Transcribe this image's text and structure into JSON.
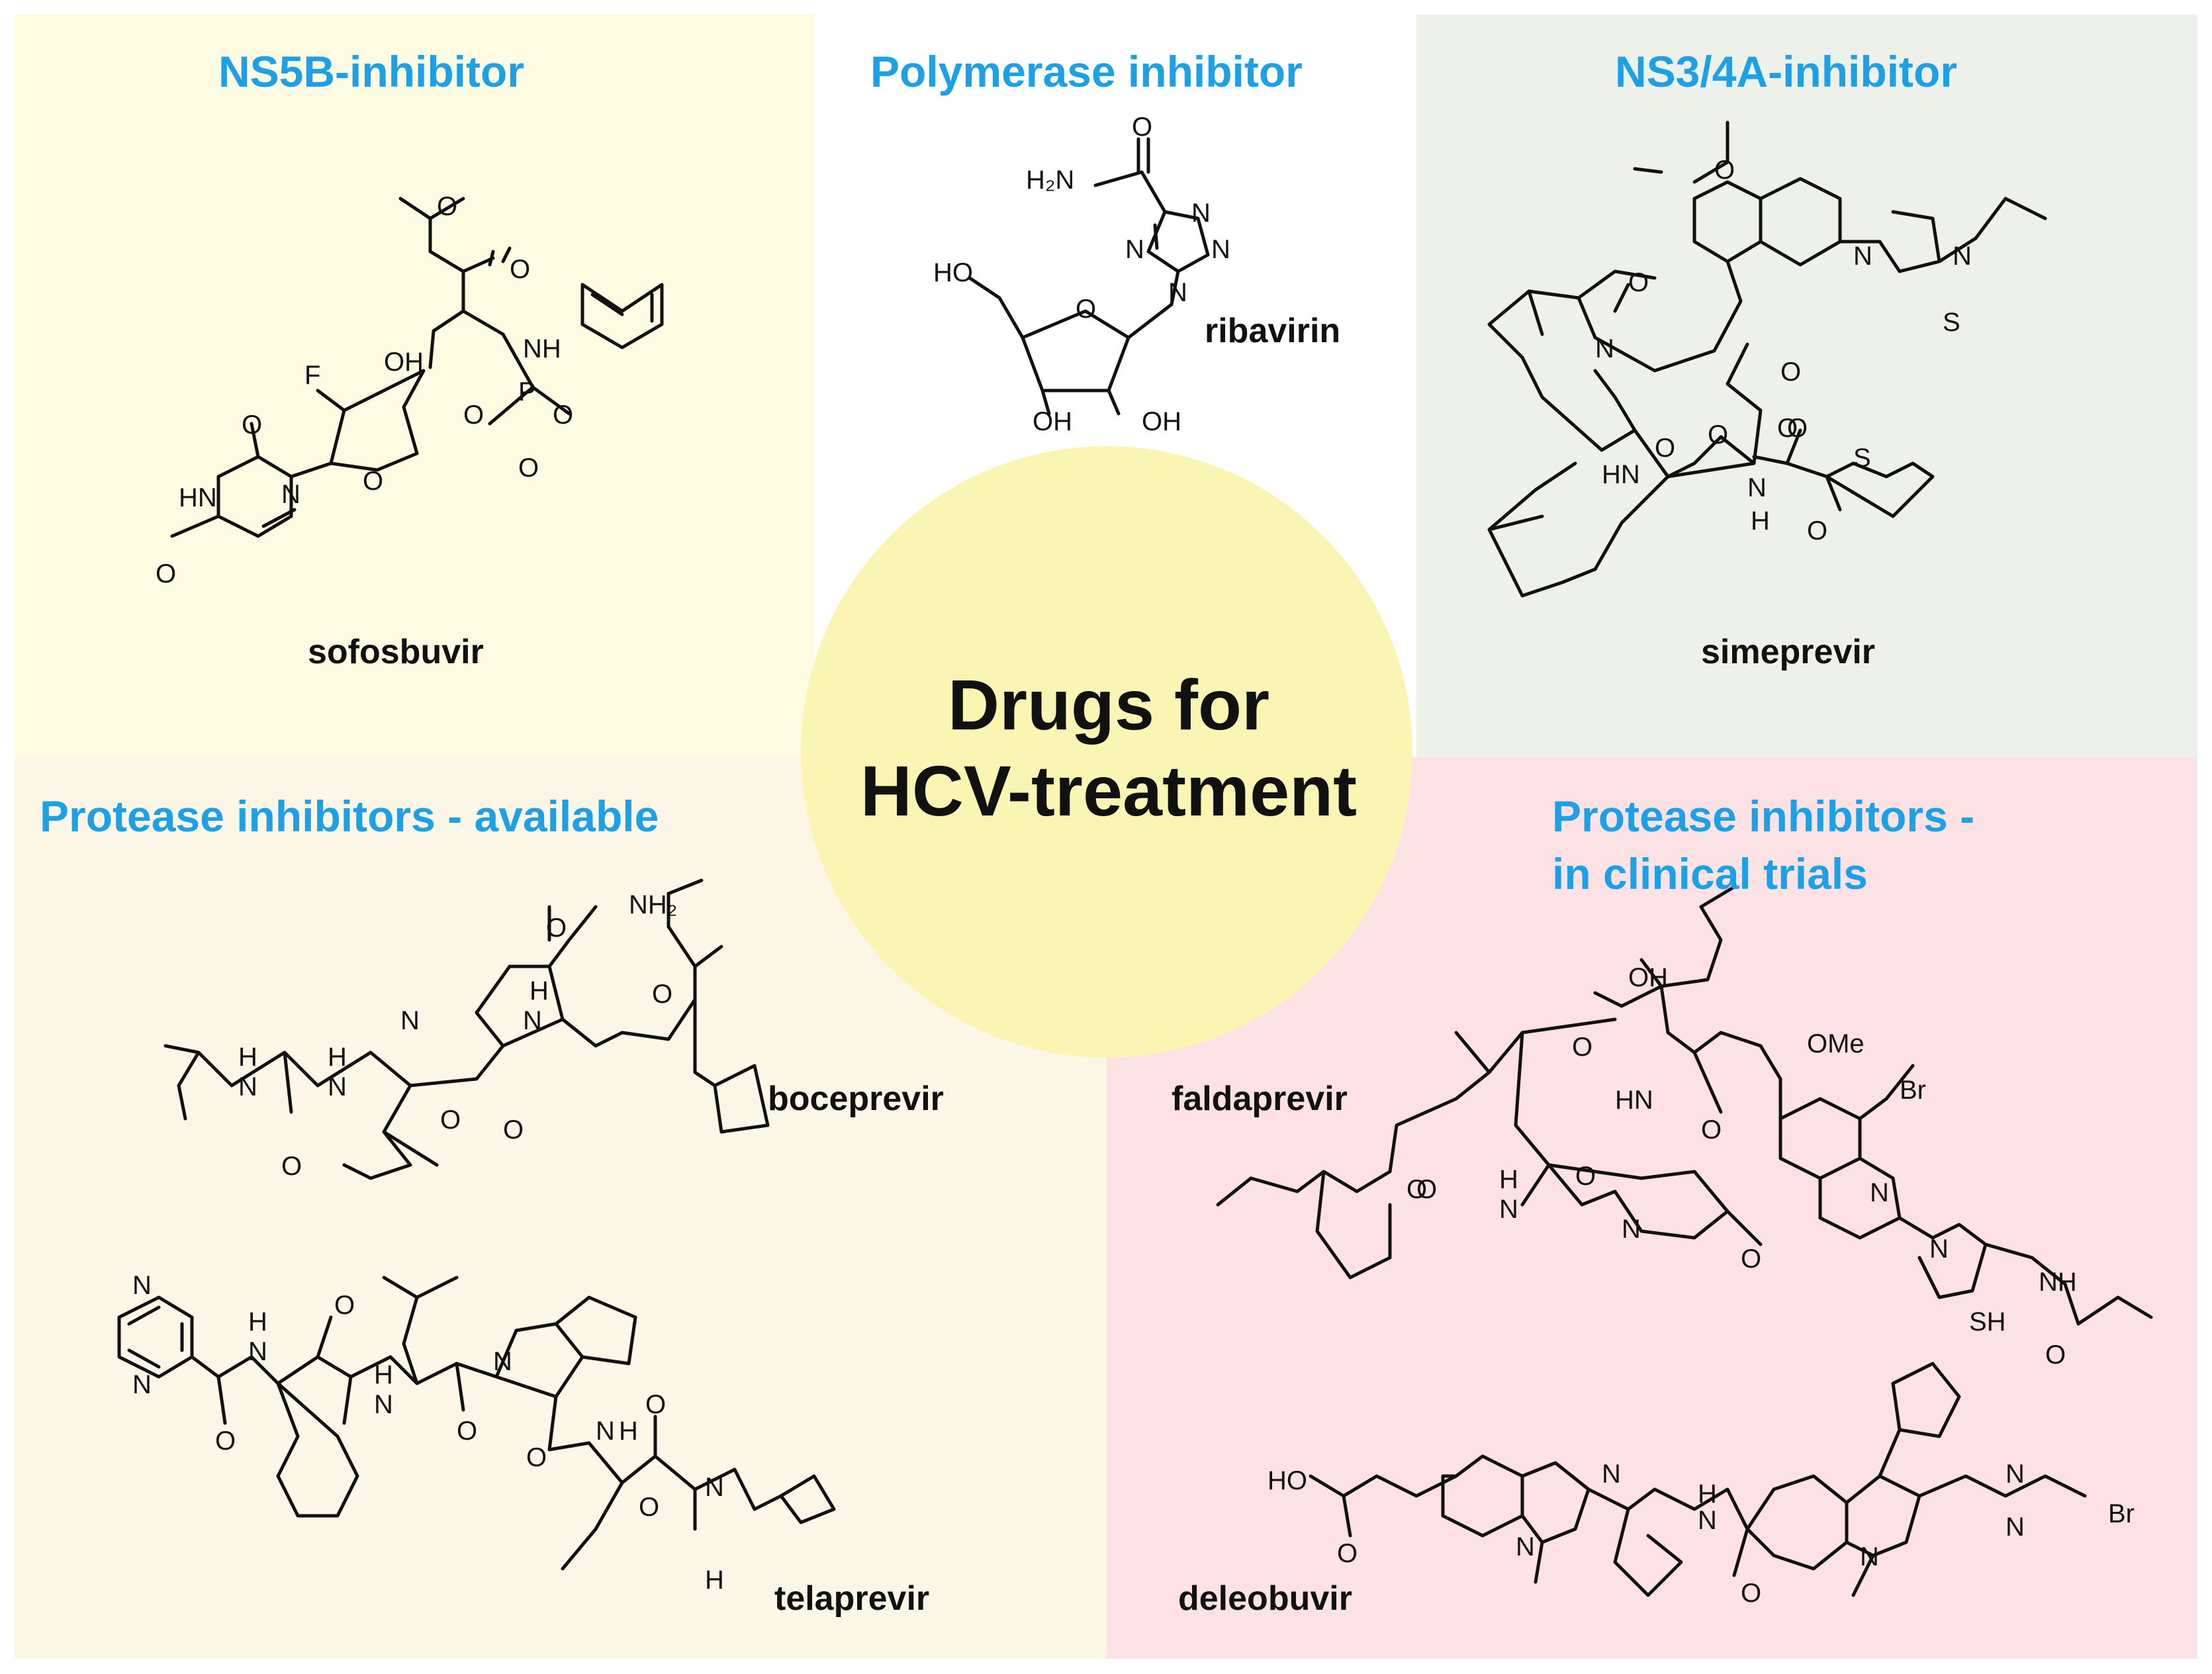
{
  "colors": {
    "heading": "#1da0e6",
    "panel_ns5b": "#fdfbe2",
    "panel_polymerase": "#ffffff",
    "panel_ns3": "#eef1ea",
    "panel_available": "#fcf6e7",
    "panel_trials": "#fde2e5",
    "center_circle": "#fbf5b4"
  },
  "center": {
    "line1": "Drugs for",
    "line2": "HCV-treatment"
  },
  "panels": {
    "ns5b": {
      "heading": "NS5B-inhibitor",
      "drug": "sofosbuvir"
    },
    "polymerase": {
      "heading": "Polymerase inhibitor",
      "drug": "ribavirin"
    },
    "ns3": {
      "heading": "NS3/4A-inhibitor",
      "drug": "simeprevir"
    },
    "available": {
      "heading": "Protease inhibitors - available",
      "drugs": [
        "boceprevir",
        "telaprevir"
      ]
    },
    "trials": {
      "heading_line1": "Protease inhibitors -",
      "heading_line2": "in clinical trials",
      "drugs": [
        "faldaprevir",
        "deleobuvir"
      ]
    }
  },
  "atoms": {
    "sofosbuvir": [
      "O",
      "O",
      "NH",
      "OH",
      "F",
      "O",
      "O",
      "P",
      "O",
      "O",
      "HN",
      "N",
      "O",
      "O"
    ],
    "ribavirin": [
      "O",
      "H₂N",
      "N",
      "N",
      "N",
      "N",
      "HO",
      "O",
      "OH",
      "OH"
    ],
    "simeprevir": [
      "O",
      "N",
      "N",
      "S",
      "N",
      "O",
      "O",
      "O",
      "HN",
      "O",
      "O",
      "S",
      "N",
      "H",
      "O",
      "O"
    ],
    "boceprevir": [
      "NH₂",
      "O",
      "O",
      "N",
      "H",
      "N",
      "O",
      "H",
      "N",
      "H",
      "N",
      "O",
      "O"
    ],
    "telaprevir": [
      "N",
      "N",
      "O",
      "H",
      "N",
      "O",
      "H",
      "N",
      "O",
      "N",
      "O",
      "N",
      "H",
      "O",
      "O",
      "N",
      "H"
    ],
    "faldaprevir": [
      "OH",
      "O",
      "HN",
      "O",
      "OMe",
      "Br",
      "N",
      "O",
      "H",
      "N",
      "O",
      "O",
      "N",
      "O",
      "N",
      "SH",
      "NH",
      "O"
    ],
    "deleobuvir": [
      "HO",
      "O",
      "N",
      "N",
      "H",
      "N",
      "O",
      "N",
      "N",
      "N",
      "Br"
    ]
  }
}
